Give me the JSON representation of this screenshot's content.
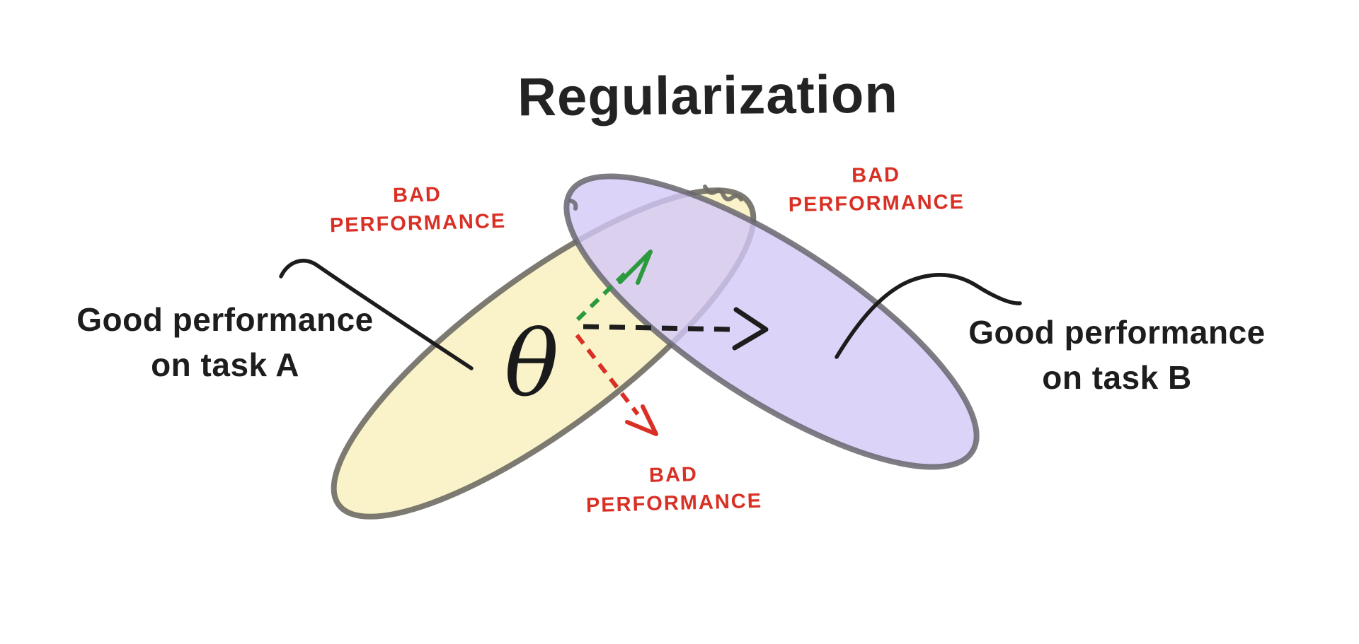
{
  "title": "Regularization",
  "theta": "θ",
  "ellipses": {
    "task_a": {
      "label_line1": "Good performance",
      "label_line2": "on task A",
      "fill": "#faf2c8"
    },
    "task_b": {
      "label_line1": "Good performance",
      "label_line2": "on task B",
      "fill": "#d3c8f7"
    }
  },
  "bad_labels": {
    "top_left": {
      "line1": "BAD",
      "line2": "PERFORMANCE"
    },
    "top_right": {
      "line1": "BAD",
      "line2": "PERFORMANCE"
    },
    "bottom": {
      "line1": "BAD",
      "line2": "PERFORMANCE"
    }
  },
  "arrows": {
    "black": {
      "color": "#1d1d1d",
      "direction": "right-toward-task-B"
    },
    "green": {
      "color": "#2b9a3e",
      "direction": "up-right-into-overlap"
    },
    "red": {
      "color": "#d93025",
      "direction": "down-right-out-of-both"
    }
  },
  "colors": {
    "ink": "#1c1c1c",
    "outline": "#6e6b64",
    "outline_b": "#69666e",
    "bad_red": "#d93025",
    "background": "#ffffff"
  }
}
